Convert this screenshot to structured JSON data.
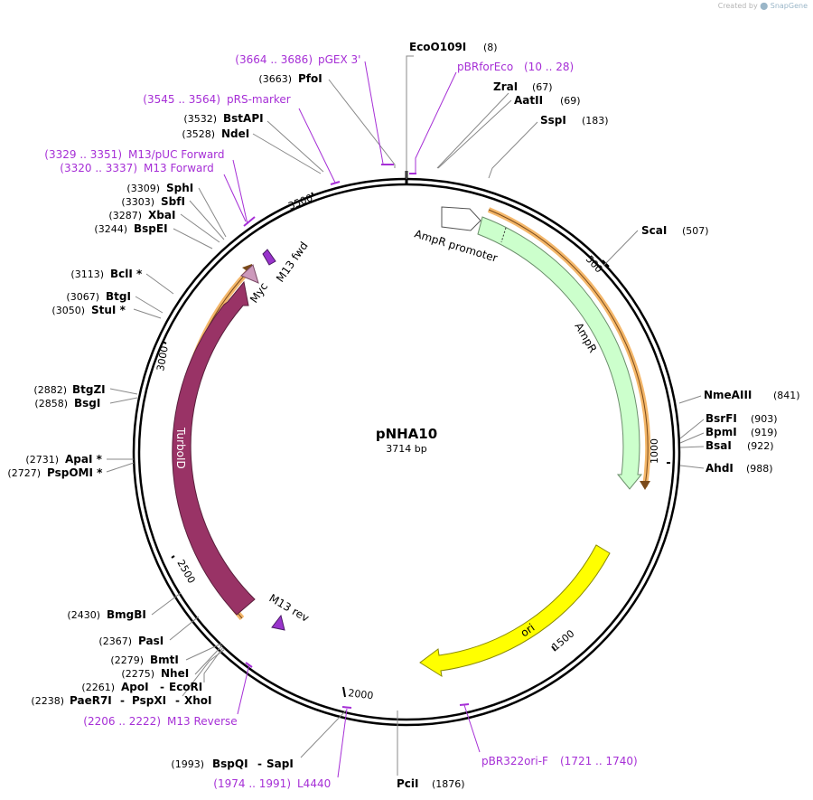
{
  "credit": {
    "prefix": "Created by",
    "brand": "SnapGene"
  },
  "plasmid": {
    "name": "pNHA10",
    "length_label": "3714 bp",
    "length": 3714
  },
  "colors": {
    "backbone": "#000000",
    "primer": "#a62fd6",
    "ampr": "#ccffcc",
    "ori": "#ffff00",
    "turboid": "#993366",
    "myc": "#cc99bb",
    "m13_arrow": "#9933cc",
    "orf_line": "#f4b76a"
  },
  "ticks": [
    "500",
    "1000",
    "1500",
    "2000",
    "2500",
    "3000",
    "3500"
  ],
  "enzymes": [
    {
      "name": "EcoO109I",
      "pos": "(8)"
    },
    {
      "name": "ZraI",
      "pos": "(67)"
    },
    {
      "name": "AatII",
      "pos": "(69)"
    },
    {
      "name": "SspI",
      "pos": "(183)"
    },
    {
      "name": "ScaI",
      "pos": "(507)"
    },
    {
      "name": "NmeAIII",
      "pos": "(841)"
    },
    {
      "name": "BsrFI",
      "pos": "(903)"
    },
    {
      "name": "BpmI",
      "pos": "(919)"
    },
    {
      "name": "BsaI",
      "pos": "(922)"
    },
    {
      "name": "AhdI",
      "pos": "(988)"
    },
    {
      "name": "PciI",
      "pos": "(1876)"
    },
    {
      "name": "BspQI",
      "name2": "SapI",
      "pos": "(1993)"
    },
    {
      "name": "PaeR7I",
      "name2": "PspXI",
      "name3": "XhoI",
      "pos": "(2238)"
    },
    {
      "name": "ApoI",
      "name2": "EcoRI",
      "pos": "(2261)"
    },
    {
      "name": "NheI",
      "pos": "(2275)"
    },
    {
      "name": "BmtI",
      "pos": "(2279)"
    },
    {
      "name": "PasI",
      "pos": "(2367)"
    },
    {
      "name": "BmgBI",
      "pos": "(2430)"
    },
    {
      "name": "PspOMI *",
      "pos": "(2727)"
    },
    {
      "name": "ApaI *",
      "pos": "(2731)"
    },
    {
      "name": "BsgI",
      "pos": "(2858)"
    },
    {
      "name": "BtgZI",
      "pos": "(2882)"
    },
    {
      "name": "StuI *",
      "pos": "(3050)"
    },
    {
      "name": "BtgI",
      "pos": "(3067)"
    },
    {
      "name": "BclI *",
      "pos": "(3113)"
    },
    {
      "name": "BspEI",
      "pos": "(3244)"
    },
    {
      "name": "XbaI",
      "pos": "(3287)"
    },
    {
      "name": "SbfI",
      "pos": "(3303)"
    },
    {
      "name": "SphI",
      "pos": "(3309)"
    },
    {
      "name": "NdeI",
      "pos": "(3528)"
    },
    {
      "name": "BstAPI",
      "pos": "(3532)"
    },
    {
      "name": "PfoI",
      "pos": "(3663)"
    }
  ],
  "primers": [
    {
      "name": "pGEX 3'",
      "range": "(3664 .. 3686)"
    },
    {
      "name": "pBRforEco",
      "range": "(10 .. 28)"
    },
    {
      "name": "pRS-marker",
      "range": "(3545 .. 3564)"
    },
    {
      "name": "M13/pUC Forward",
      "range": "(3329 .. 3351)"
    },
    {
      "name": "M13 Forward",
      "range": "(3320 .. 3337)"
    },
    {
      "name": "M13 Reverse",
      "range": "(2206 .. 2222)"
    },
    {
      "name": "L4440",
      "range": "(1974 .. 1991)"
    },
    {
      "name": "pBR322ori-F",
      "range": "(1721 .. 1740)"
    }
  ],
  "features": [
    {
      "name": "AmpR promoter",
      "start": 1,
      "end": 105
    },
    {
      "name": "AmpR",
      "start": 106,
      "end": 966
    },
    {
      "name": "ori",
      "start": 1137,
      "end": 1725
    },
    {
      "name": "M13 rev",
      "start": 2206,
      "end": 2222
    },
    {
      "name": "TurboID",
      "start": 2290,
      "end": 3250
    },
    {
      "name": "Myc",
      "start": 3260,
      "end": 3295
    },
    {
      "name": "M13 fwd",
      "start": 3320,
      "end": 3337
    }
  ]
}
